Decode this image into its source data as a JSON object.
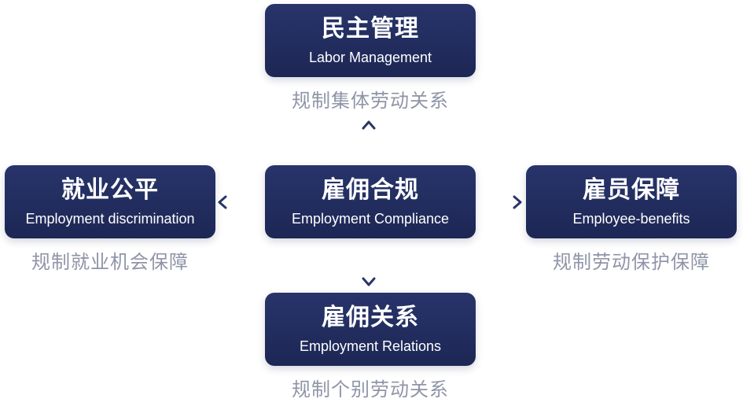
{
  "center": {
    "zh": "雇佣合规",
    "en": "Employment Compliance"
  },
  "top": {
    "zh": "民主管理",
    "en": "Labor Management",
    "caption": "规制集体劳动关系"
  },
  "left": {
    "zh": "就业公平",
    "en": "Employment discrimination",
    "caption": "规制就业机会保障"
  },
  "right": {
    "zh": "雇员保障",
    "en": "Employee-benefits",
    "caption": "规制劳动保护保障"
  },
  "bottom": {
    "zh": "雇佣关系",
    "en": "Employment Relations",
    "caption": "规制个别劳动关系"
  },
  "colors": {
    "box": "#1d2755",
    "box_text": "#ffffff",
    "caption": "#8f95a8",
    "arrow": "#2a3569"
  }
}
